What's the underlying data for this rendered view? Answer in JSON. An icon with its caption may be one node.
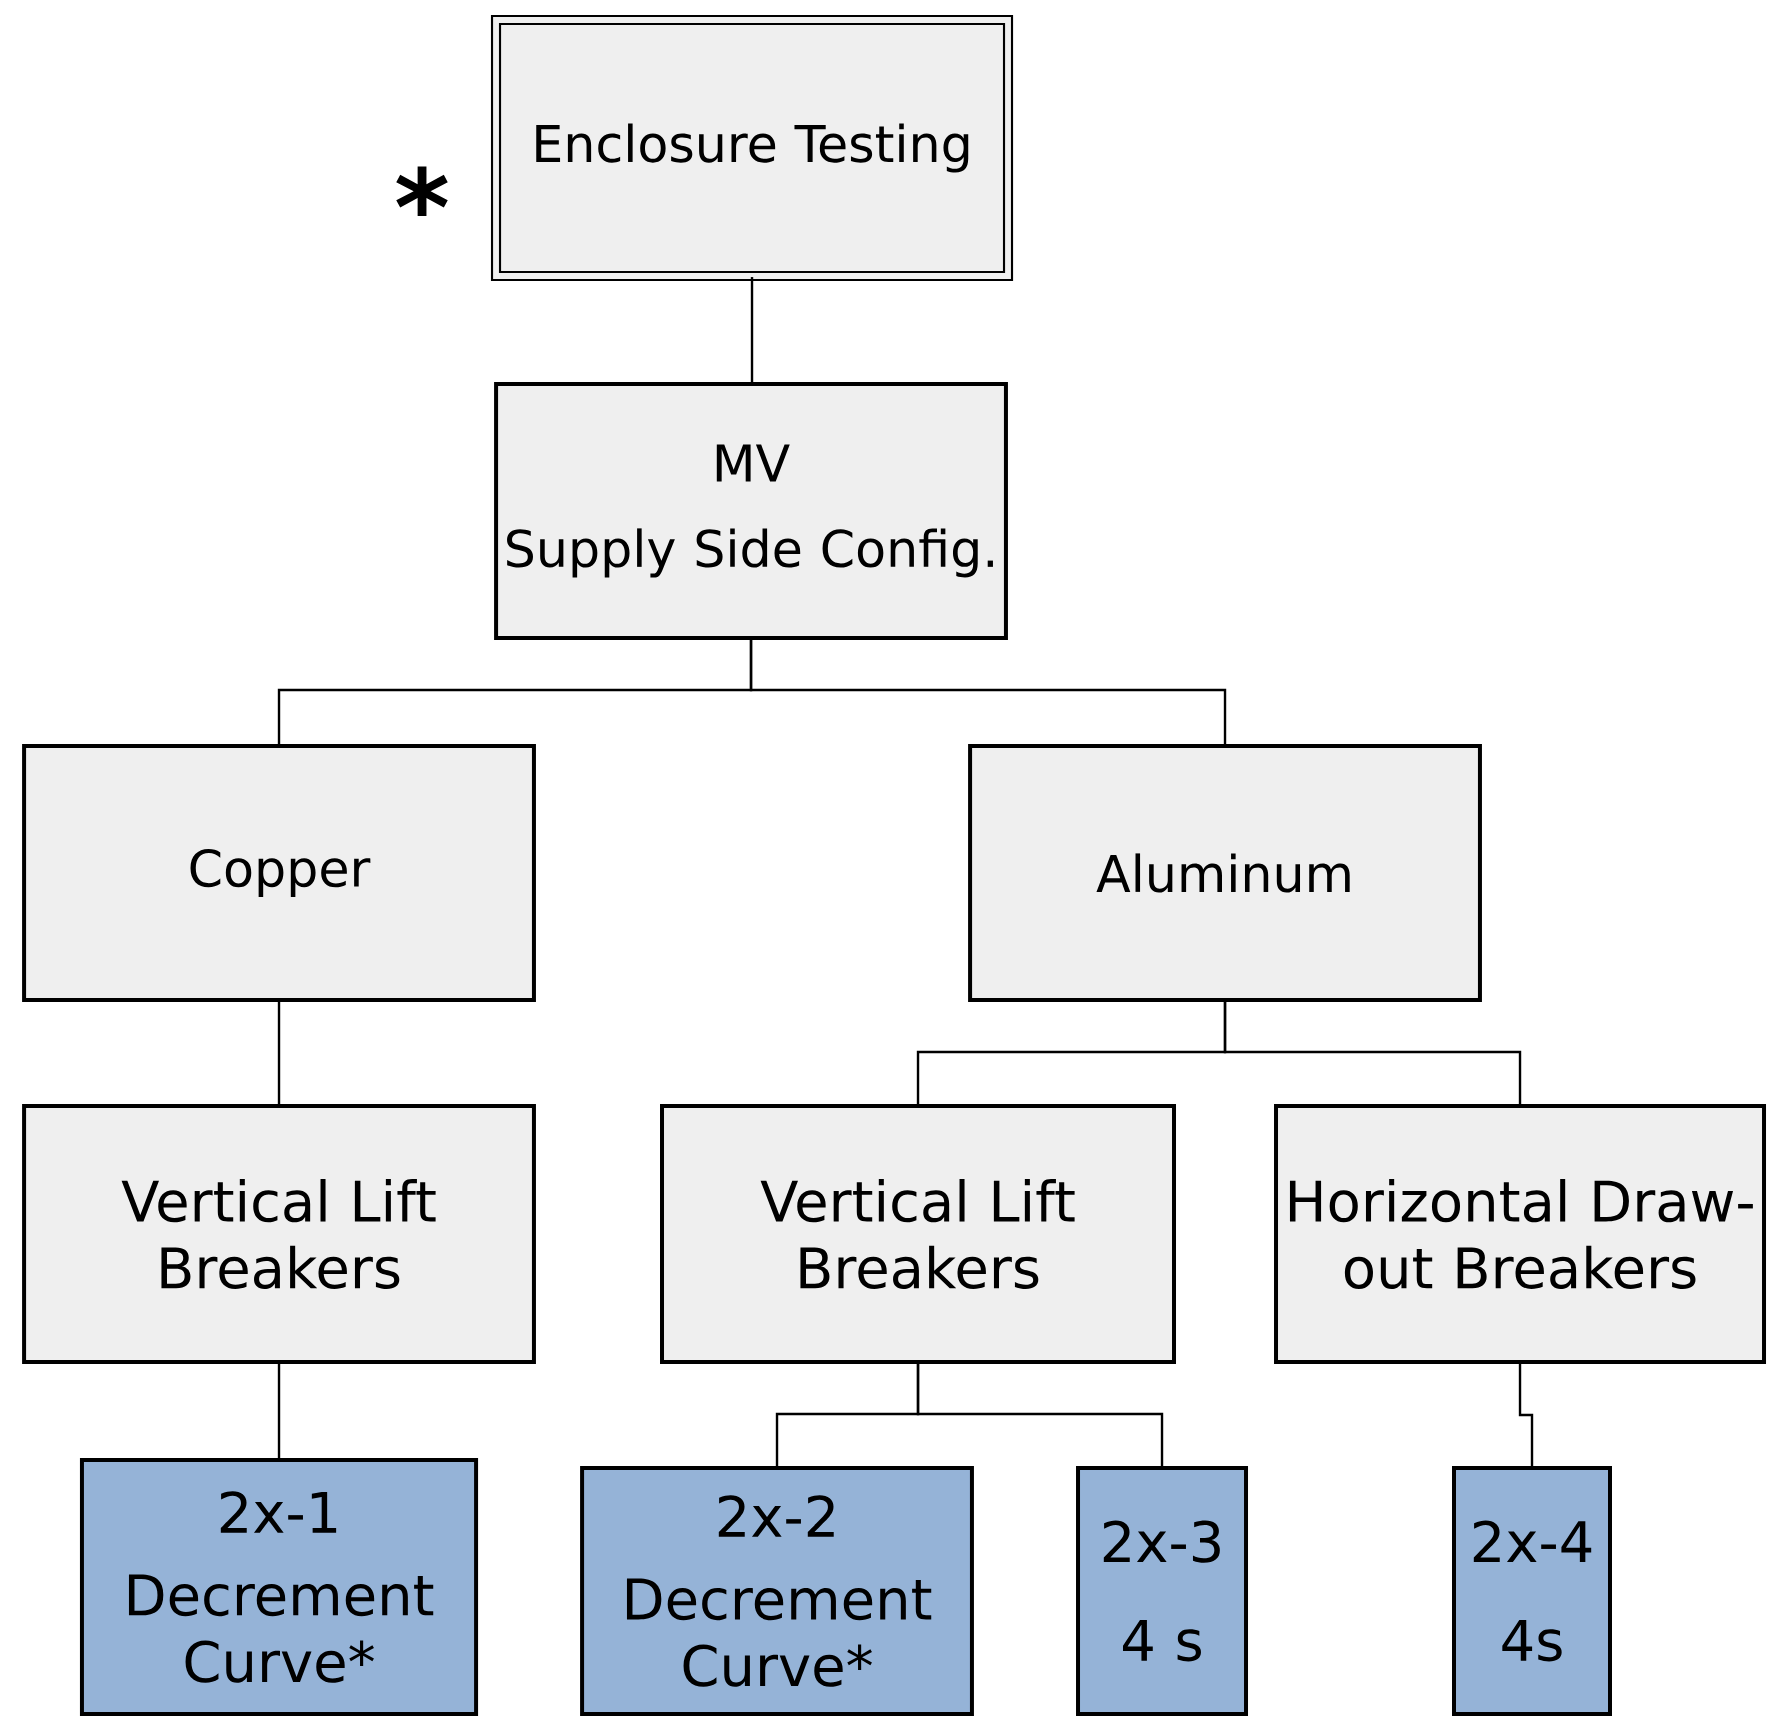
{
  "diagram": {
    "nodes": [
      {
        "text": [
          "Enclosure Testing"
        ]
      },
      {
        "text": [
          "MV",
          "Supply Side Config."
        ]
      },
      {
        "text": [
          "Copper"
        ]
      },
      {
        "text": [
          "Aluminum"
        ]
      },
      {
        "text": [
          "Vertical Lift Breakers"
        ]
      },
      {
        "text": [
          "Vertical Lift Breakers"
        ]
      },
      {
        "text": [
          "Horizontal Draw-out Breakers"
        ]
      },
      {
        "text": [
          "2x-1",
          "Decrement Curve*"
        ]
      },
      {
        "text": [
          "2x-2",
          "Decrement Curve*"
        ]
      },
      {
        "text": [
          "2x-3",
          "4 s"
        ]
      },
      {
        "text": [
          "2x-4",
          "4s"
        ]
      }
    ],
    "edges": [
      {
        "from": 0,
        "to": 1,
        "arrow": "none"
      },
      {
        "from": 1,
        "to": 2,
        "arrow": "none"
      },
      {
        "from": 1,
        "to": 3,
        "arrow": "none"
      },
      {
        "from": 2,
        "to": 4,
        "arrow": "none"
      },
      {
        "from": 3,
        "to": 5,
        "arrow": "none"
      },
      {
        "from": 3,
        "to": 6,
        "arrow": "none"
      },
      {
        "from": 4,
        "to": 7,
        "arrow": "none"
      },
      {
        "from": 5,
        "to": 8,
        "arrow": "none"
      },
      {
        "from": 5,
        "to": 9,
        "arrow": "none"
      },
      {
        "from": 6,
        "to": 10,
        "arrow": "none"
      }
    ],
    "labels": [
      "*"
    ]
  }
}
